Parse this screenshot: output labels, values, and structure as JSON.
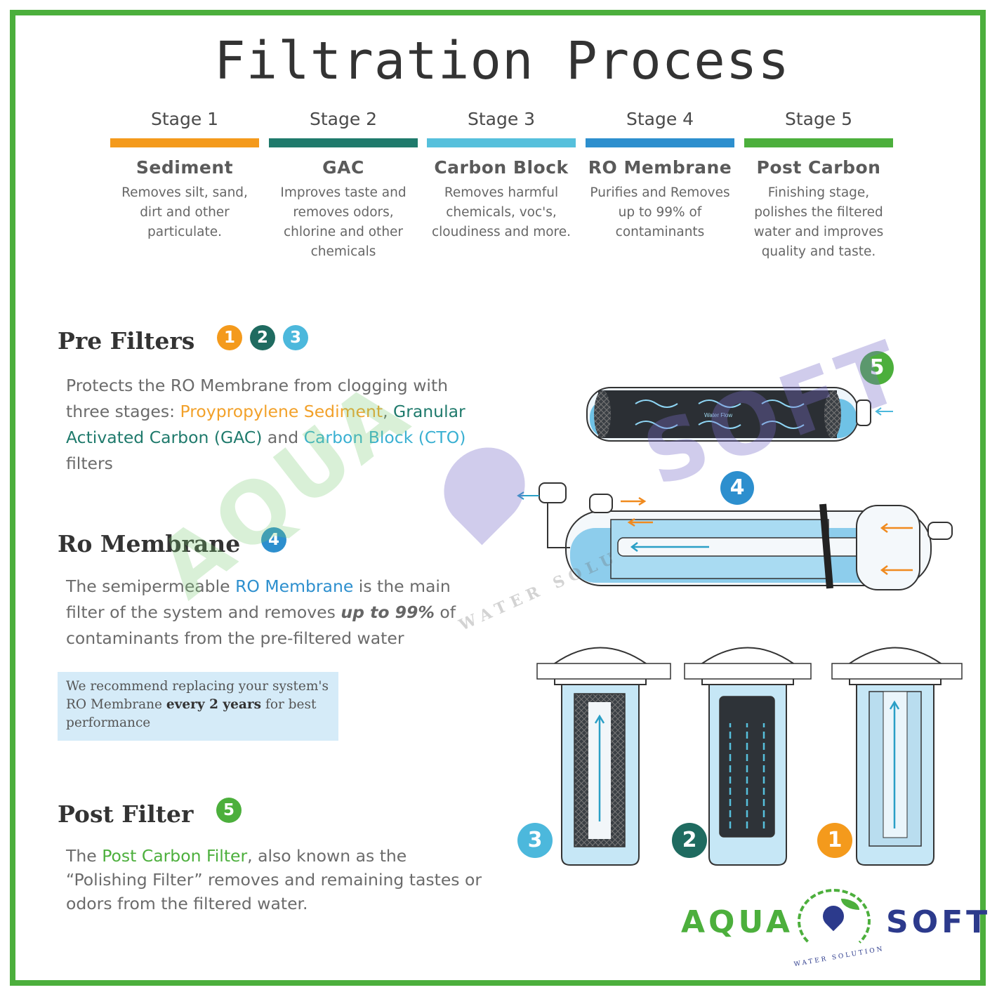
{
  "title": "Filtration Process",
  "stages": [
    {
      "num": "Stage 1",
      "name": "Sediment",
      "desc": "Removes silt, sand, dirt and other particulate.",
      "color": "#f49a1c"
    },
    {
      "num": "Stage 2",
      "name": "GAC",
      "desc": "Improves taste and removes odors, chlorine and other chemicals",
      "color": "#1f7a6c"
    },
    {
      "num": "Stage 3",
      "name": "Carbon Block",
      "desc": "Removes harmful chemicals, voc's, cloudiness and more.",
      "color": "#56c0dc"
    },
    {
      "num": "Stage 4",
      "name": "RO Membrane",
      "desc": "Purifies and Removes up to 99% of contaminants",
      "color": "#2d8fce"
    },
    {
      "num": "Stage 5",
      "name": "Post Carbon",
      "desc": "Finishing stage, polishes the filtered water and improves quality and taste.",
      "color": "#4caf3c"
    }
  ],
  "pre_filters": {
    "heading": "Pre Filters",
    "badges": [
      "1",
      "2",
      "3"
    ],
    "text_1": "Protects the RO Membrane from clogging with three stages: ",
    "hl_1": "Proypropylene Sediment",
    "sep_1": ", ",
    "hl_2": "Granular Activated Carbon (GAC)",
    "sep_2": " and ",
    "hl_3": "Carbon Block (CTO)",
    "text_2": " filters"
  },
  "ro_membrane": {
    "heading": "Ro Membrane",
    "badge": "4",
    "text_1": "The semipermeable ",
    "hl_1": "RO Membrane",
    "text_2": " is the main filter of the system and removes ",
    "em_1": "up to 99%",
    "text_3": " of contaminants from the pre-filtered water"
  },
  "recommend": {
    "text_1": "We recommend replacing your system's RO Membrane ",
    "bold": "every 2 years",
    "text_2": " for best performance"
  },
  "post_filter": {
    "heading": "Post Filter",
    "badge": "5",
    "text_1": "The ",
    "hl_1": "Post Carbon Filter",
    "text_2": ", also known as the “Polishing Filter” removes and remaining tastes or odors from the filtered water."
  },
  "diagram": {
    "post_badge": "5",
    "ro_badge": "4",
    "cartridge_badges": [
      "3",
      "2",
      "1"
    ],
    "water_flow_label": "Water Flow"
  },
  "logo": {
    "left": "AQUA",
    "right": "SOFT",
    "tagline": "WATER SOLUTION"
  },
  "watermark": {
    "left": "AQUA",
    "right": "SOFT",
    "tagline": "WATER SOLU"
  }
}
